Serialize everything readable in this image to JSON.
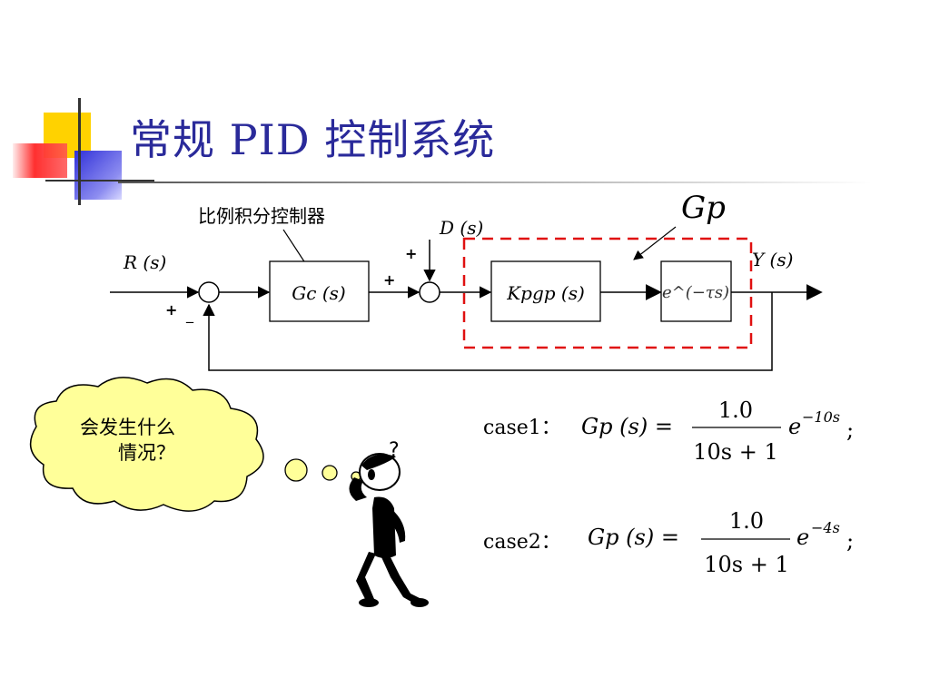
{
  "title": "常规 PID 控制系统",
  "controller_label": "比例积分控制器",
  "signals": {
    "input": "R (s)",
    "disturbance": "D (s)",
    "output": "Y (s)",
    "plus_1": "+",
    "minus_1": "_",
    "plus_2": "+",
    "plus_3": "+",
    "plus_4": "+"
  },
  "blocks": {
    "controller": "Gc (s)",
    "process": "Kpgp (s)",
    "delay": "e^(−τs)"
  },
  "gp_label": "Gp",
  "thought_bubble": [
    "会发生什么",
    "情况？"
  ],
  "question_mark": "?",
  "cases": [
    {
      "label": "case1：",
      "lhs": "Gp (s) =",
      "numerator": "1.0",
      "denominator": "10s + 1",
      "exponent": "−10s",
      "end": ";"
    },
    {
      "label": "case2：",
      "lhs": "Gp (s) =",
      "numerator": "1.0",
      "denominator": "10s + 1",
      "exponent": "−4s",
      "end": ";"
    }
  ],
  "colors": {
    "title": "#2a2a9a",
    "dashed_box": "#e01010",
    "bubble_fill": "#ffff99",
    "accent_yellow": "#ffd200",
    "accent_red": "#ff3030",
    "accent_blue": "#3030d8"
  }
}
